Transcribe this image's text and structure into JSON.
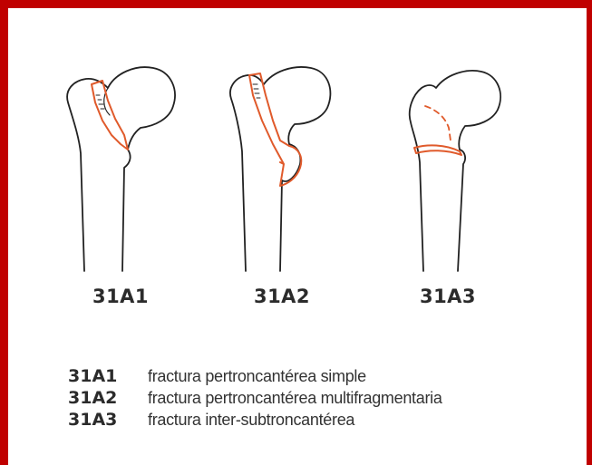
{
  "colors": {
    "frame": "#c00000",
    "bone_outline": "#222222",
    "fracture_line": "#e05a2b"
  },
  "panels": [
    {
      "code": "31A1"
    },
    {
      "code": "31A2"
    },
    {
      "code": "31A3"
    }
  ],
  "legend": [
    {
      "code": "31A1",
      "description": "fractura pertroncantérea simple"
    },
    {
      "code": "31A2",
      "description": "fractura pertroncantérea multifragmentaria"
    },
    {
      "code": "31A3",
      "description": "fractura inter-subtroncantérea"
    }
  ]
}
